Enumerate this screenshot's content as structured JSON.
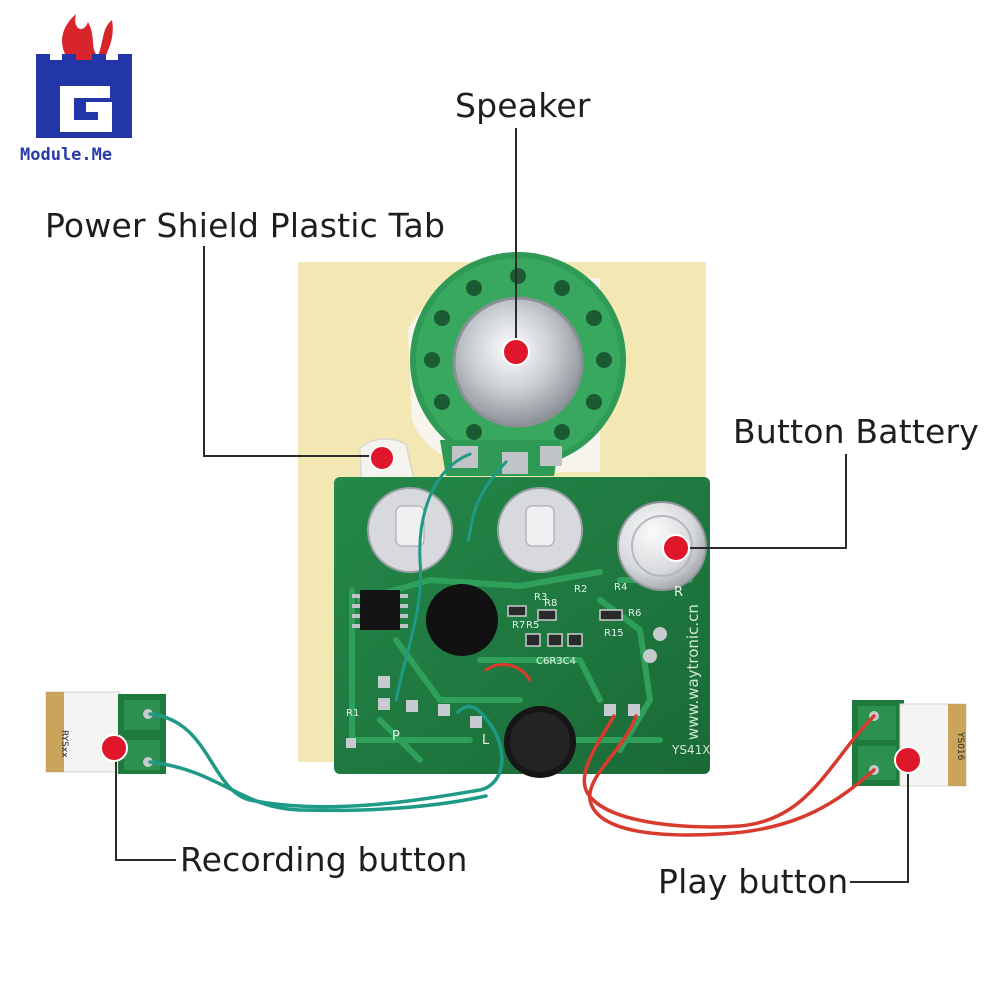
{
  "brand": {
    "name": "Module.Me",
    "logo_colors": {
      "flame": "#d8242b",
      "castle": "#2236a8"
    }
  },
  "callouts": {
    "speaker": "Speaker",
    "power_tab": "Power Shield Plastic Tab",
    "battery": "Button Battery",
    "record": "Recording button",
    "play": "Play button"
  },
  "board_labels": {
    "website": "www.waytronic.cn",
    "model": "YS41X",
    "p": "P",
    "l": "L",
    "r": "R",
    "r1": "R1",
    "r2": "R2",
    "r3": "R3",
    "r4": "R4",
    "r5": "R5",
    "r6": "R6",
    "r7": "R7",
    "r8": "R8",
    "r15": "R15",
    "c6r3c4": "C6R3C4",
    "rec_pcb": "RYSxx",
    "play_pcb": "YS016"
  },
  "colors": {
    "pcb": "#1f7a3e",
    "pcb_trace": "#2fa05a",
    "marker": "#e0162b",
    "paper": "#f3e7b4",
    "speaker": "#2f9a55",
    "wire_green": "#1e9a86",
    "wire_red": "#d83a2e"
  }
}
